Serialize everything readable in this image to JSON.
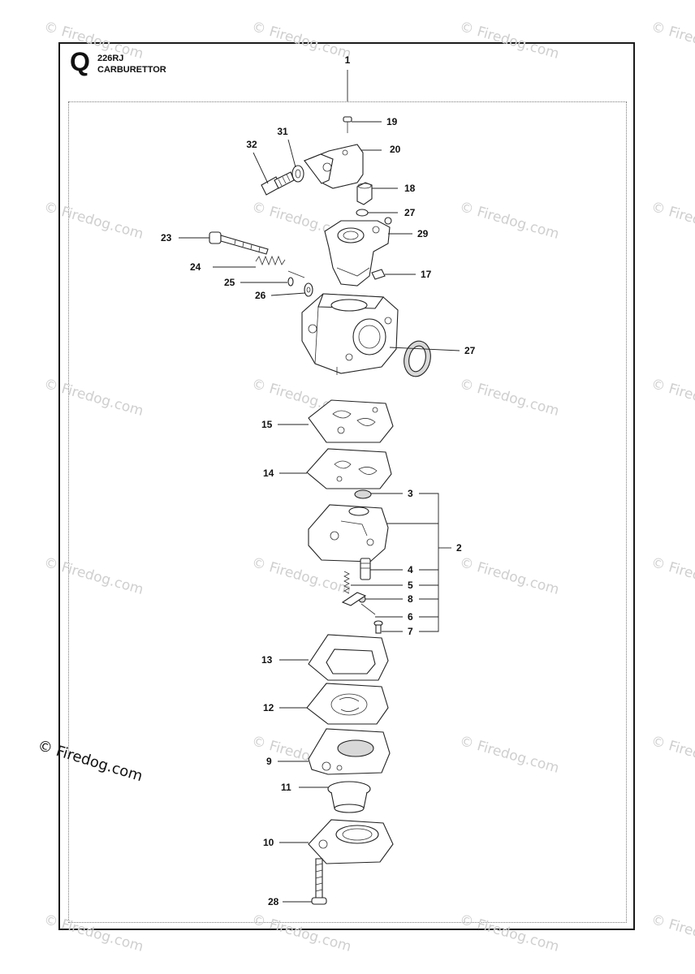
{
  "header": {
    "section_letter": "Q",
    "model": "226RJ",
    "title": "CARBURETTOR"
  },
  "watermark": {
    "text": "© Firedog.com",
    "color": "#cfcfcf",
    "bold_color": "#111111"
  },
  "callouts": [
    "1",
    "19",
    "31",
    "20",
    "32",
    "18",
    "27",
    "23",
    "29",
    "24",
    "17",
    "25",
    "26",
    "27",
    "15",
    "14",
    "3",
    "2",
    "4",
    "5",
    "8",
    "6",
    "7",
    "13",
    "12",
    "9",
    "11",
    "10",
    "28"
  ]
}
